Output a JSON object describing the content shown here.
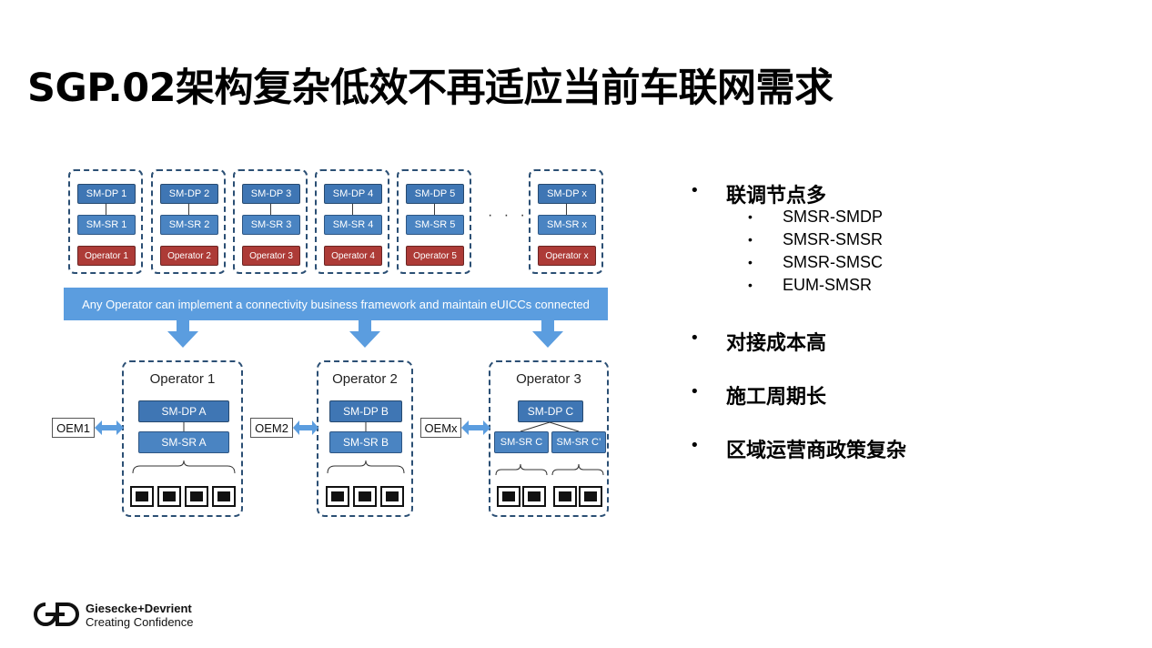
{
  "slide": {
    "title": "SGP.02架构复杂低效不再适应当前车联网需求"
  },
  "diagram": {
    "top_groups": [
      {
        "dp": "SM-DP 1",
        "sr": "SM-SR 1",
        "operator": "Operator 1"
      },
      {
        "dp": "SM-DP 2",
        "sr": "SM-SR 2",
        "operator": "Operator 2"
      },
      {
        "dp": "SM-DP 3",
        "sr": "SM-SR 3",
        "operator": "Operator 3"
      },
      {
        "dp": "SM-DP 4",
        "sr": "SM-SR 4",
        "operator": "Operator 4"
      },
      {
        "dp": "SM-DP 5",
        "sr": "SM-SR 5",
        "operator": "Operator 5"
      },
      {
        "dp": "SM-DP x",
        "sr": "SM-SR x",
        "operator": "Operator x"
      }
    ],
    "ellipsis": "· · ·",
    "banner": "Any Operator can implement a connectivity business framework  and maintain eUICCs connected",
    "bottom_operators": [
      {
        "title": "Operator 1",
        "dp": "SM-DP A",
        "sr": [
          "SM-SR A"
        ],
        "oem": "OEM1"
      },
      {
        "title": "Operator 2",
        "dp": "SM-DP B",
        "sr": [
          "SM-SR B"
        ],
        "oem": "OEM2"
      },
      {
        "title": "Operator 3",
        "dp": "SM-DP C",
        "sr": [
          "SM-SR C",
          "SM-SR C’"
        ],
        "oem": "OEMx"
      }
    ],
    "colors": {
      "dp": "#3f76b4",
      "sr": "#4a84c2",
      "operator": "#ad3b37",
      "banner": "#5b9ddf",
      "dashed_border": "#2b4f74"
    }
  },
  "bullets": [
    {
      "text": "联调节点多",
      "sub": [
        "SMSR-SMDP",
        "SMSR-SMSR",
        "SMSR-SMSC",
        "EUM-SMSR"
      ]
    },
    {
      "text": "对接成本高",
      "sub": []
    },
    {
      "text": "施工周期长",
      "sub": []
    },
    {
      "text": "区域运营商政策复杂",
      "sub": []
    }
  ],
  "bullet_glyph": "•",
  "footer": {
    "brand": "Giesecke+Devrient",
    "tagline": "Creating Confidence",
    "logo_icon": "gd-logo-icon"
  }
}
